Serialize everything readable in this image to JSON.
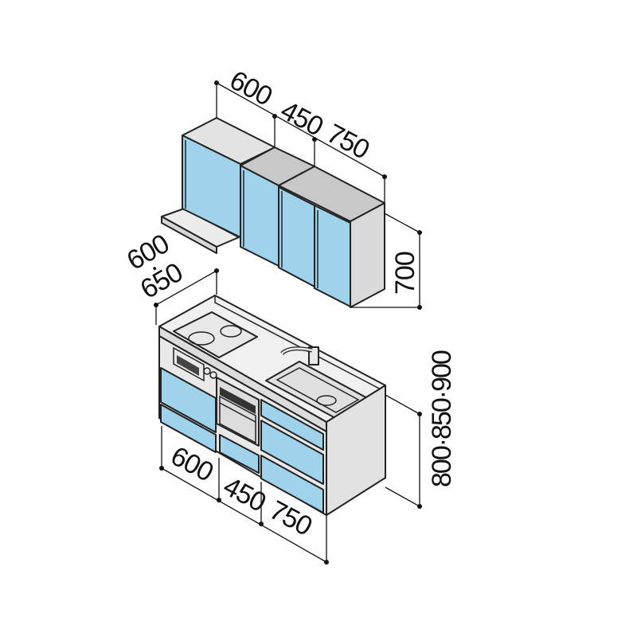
{
  "colors": {
    "door": "#9fd3ec",
    "door_dark": "#8cc6e2",
    "top": "#e6e6e6",
    "side": "#d0d0d0",
    "worktop": "#ededed",
    "line": "#222222"
  },
  "upper": {
    "widths": [
      "600",
      "450",
      "750"
    ],
    "height": "700"
  },
  "base": {
    "depth_top": "600",
    "depth_sep": "·",
    "depth_bottom": "650",
    "widths": [
      "600",
      "450",
      "750"
    ],
    "height": "800·850·900"
  }
}
